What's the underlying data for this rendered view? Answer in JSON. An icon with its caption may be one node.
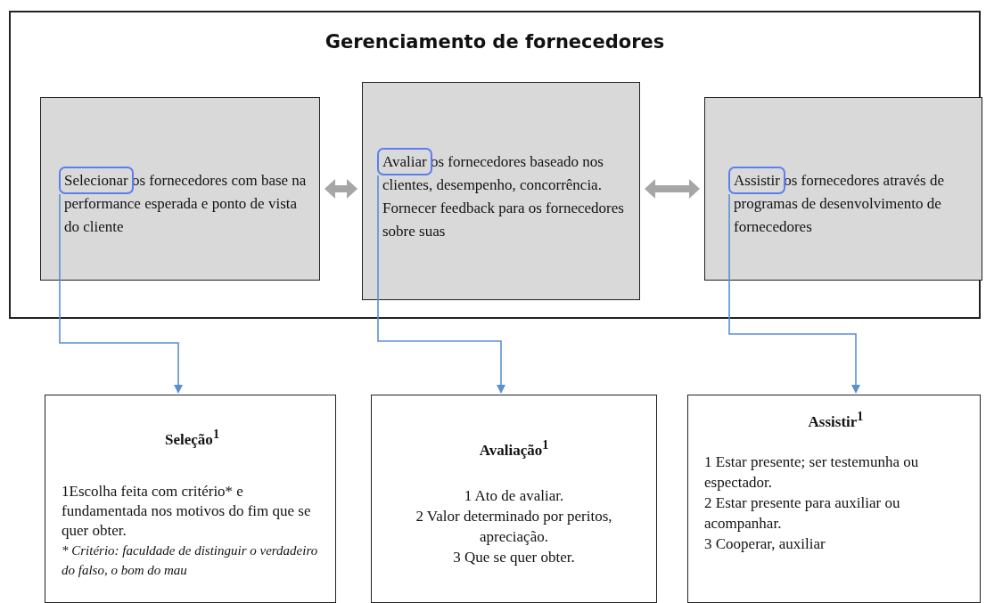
{
  "diagram": {
    "nodes": [
      {
        "text": [
          "Gerenciamento de fornecedores"
        ]
      },
      {
        "text": [
          "Selecionar os fornecedores com base na performance esperada e ponto de vista do cliente"
        ],
        "in": 0
      },
      {
        "text": [
          "Avaliar os fornecedores baseado nos clientes, desempenho, concorrência.",
          "Fornecer feedback para os fornecedores sobre suas"
        ],
        "in": 0
      },
      {
        "text": [
          "Assistir os fornecedores através de programas de desenvolvimento de fornecedores"
        ],
        "in": 0
      },
      {
        "text": [],
        "shape": "box",
        "in": 1
      },
      {
        "text": [],
        "shape": "box",
        "in": 2
      },
      {
        "text": [],
        "shape": "box",
        "in": 3
      },
      {
        "text": [
          "Seleção$^{1}$",
          "1Escolha feita com critério* e fundamentada nos motivos do fim que se quer obter.",
          "* Critério: faculdade de distinguir o verdadeiro do falso, o bom do mau"
        ]
      },
      {
        "text": [
          "Avaliação$^{1}$",
          "1 Ato de avaliar.",
          "2 Valor determinado por peritos, apreciação.",
          "3 Que se quer obter."
        ]
      },
      {
        "text": [
          "Assistir$^{1}$",
          "1 Estar presente; ser testemunha ou espectador.",
          "2 Estar presente para auxiliar ou acompanhar.",
          "3 Cooperar, auxiliar"
        ]
      }
    ],
    "edges": [
      {
        "from": 1,
        "to": 2,
        "arrow": "both",
        "style": "thick",
        "color": "#a6a6a6"
      },
      {
        "from": 2,
        "to": 3,
        "arrow": "both",
        "style": "thick",
        "color": "#a6a6a6"
      },
      {
        "from": 4,
        "to": 7,
        "arrow": "to",
        "color": "#5b8fd0"
      },
      {
        "from": 5,
        "to": 8,
        "arrow": "to",
        "color": "#5b8fd0"
      },
      {
        "from": 6,
        "to": 9,
        "arrow": "to",
        "color": "#5b8fd0"
      }
    ]
  }
}
